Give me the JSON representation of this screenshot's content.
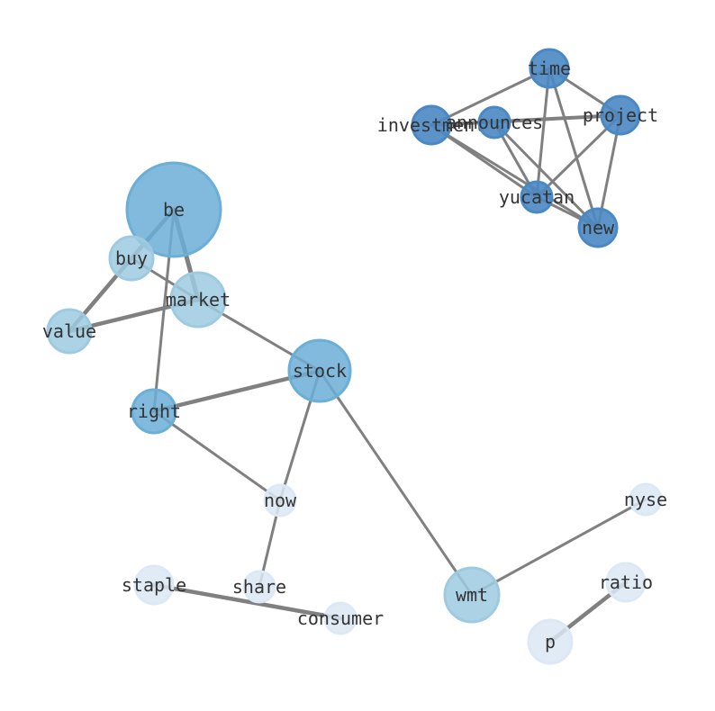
{
  "colors": {
    "edge": "#808080",
    "level_dark": "#4a88c4",
    "level_mid": "#6baed6",
    "level_light": "#9ecae1",
    "level_pale": "#dce8f5"
  },
  "nodes": [
    {
      "id": "time",
      "label": "time",
      "color": "level_dark"
    },
    {
      "id": "investment",
      "label": "investment",
      "color": "level_dark"
    },
    {
      "id": "announces",
      "label": "announces",
      "color": "level_dark"
    },
    {
      "id": "project",
      "label": "project",
      "color": "level_dark"
    },
    {
      "id": "yucatan",
      "label": "yucatan",
      "color": "level_dark"
    },
    {
      "id": "new",
      "label": "new",
      "color": "level_dark"
    },
    {
      "id": "be",
      "label": "be",
      "color": "level_mid"
    },
    {
      "id": "buy",
      "label": "buy",
      "color": "level_light"
    },
    {
      "id": "market",
      "label": "market",
      "color": "level_light"
    },
    {
      "id": "value",
      "label": "value",
      "color": "level_light"
    },
    {
      "id": "stock",
      "label": "stock",
      "color": "level_mid"
    },
    {
      "id": "right",
      "label": "right",
      "color": "level_mid"
    },
    {
      "id": "now",
      "label": "now",
      "color": "level_pale"
    },
    {
      "id": "nyse",
      "label": "nyse",
      "color": "level_pale"
    },
    {
      "id": "staple",
      "label": "staple",
      "color": "level_pale"
    },
    {
      "id": "share",
      "label": "share",
      "color": "level_pale"
    },
    {
      "id": "wmt",
      "label": "wmt",
      "color": "level_light"
    },
    {
      "id": "ratio",
      "label": "ratio",
      "color": "level_pale"
    },
    {
      "id": "consumer",
      "label": "consumer",
      "color": "level_pale"
    },
    {
      "id": "p",
      "label": "p",
      "color": "level_pale"
    }
  ],
  "edges": [
    {
      "source": "investment",
      "target": "time"
    },
    {
      "source": "investment",
      "target": "project"
    },
    {
      "source": "investment",
      "target": "yucatan"
    },
    {
      "source": "investment",
      "target": "new"
    },
    {
      "source": "announces",
      "target": "project"
    },
    {
      "source": "announces",
      "target": "yucatan"
    },
    {
      "source": "announces",
      "target": "new"
    },
    {
      "source": "time",
      "target": "project"
    },
    {
      "source": "time",
      "target": "yucatan"
    },
    {
      "source": "time",
      "target": "new"
    },
    {
      "source": "project",
      "target": "yucatan"
    },
    {
      "source": "project",
      "target": "new"
    },
    {
      "source": "yucatan",
      "target": "new"
    },
    {
      "source": "be",
      "target": "buy"
    },
    {
      "source": "be",
      "target": "market"
    },
    {
      "source": "be",
      "target": "right"
    },
    {
      "source": "buy",
      "target": "value"
    },
    {
      "source": "buy",
      "target": "market"
    },
    {
      "source": "value",
      "target": "market"
    },
    {
      "source": "market",
      "target": "stock"
    },
    {
      "source": "stock",
      "target": "right"
    },
    {
      "source": "stock",
      "target": "now"
    },
    {
      "source": "stock",
      "target": "wmt"
    },
    {
      "source": "right",
      "target": "now"
    },
    {
      "source": "now",
      "target": "share"
    },
    {
      "source": "staple",
      "target": "consumer"
    },
    {
      "source": "wmt",
      "target": "nyse"
    },
    {
      "source": "p",
      "target": "ratio"
    }
  ]
}
